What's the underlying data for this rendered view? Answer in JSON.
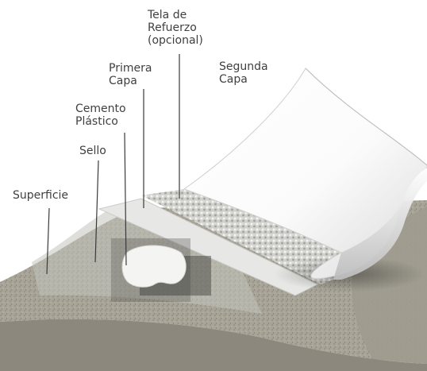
{
  "labels": {
    "tela": {
      "line1": "Tela de",
      "line2": "Refuerzo",
      "line3": "(opcional)"
    },
    "primera": {
      "line1": "Primera",
      "line2": "Capa"
    },
    "segunda": {
      "line1": "Segunda",
      "line2": "Capa"
    },
    "cemento": {
      "line1": "Cemento",
      "line2": "Plástico"
    },
    "sello": {
      "line1": "Sello"
    },
    "superficie": {
      "line1": "Superficie"
    }
  },
  "colors": {
    "substrate": "#a8a497",
    "substrate_shadow": "#6f6b62",
    "reinforcement": "#c9c9c5",
    "first_layer": "#e4e4e2",
    "second_layer": "#ffffff",
    "seal": "#b9bcb5",
    "plastic_cement": "#f3f3f1",
    "leader_line": "#3a3a3a",
    "label_text": "#3f3f3f"
  }
}
